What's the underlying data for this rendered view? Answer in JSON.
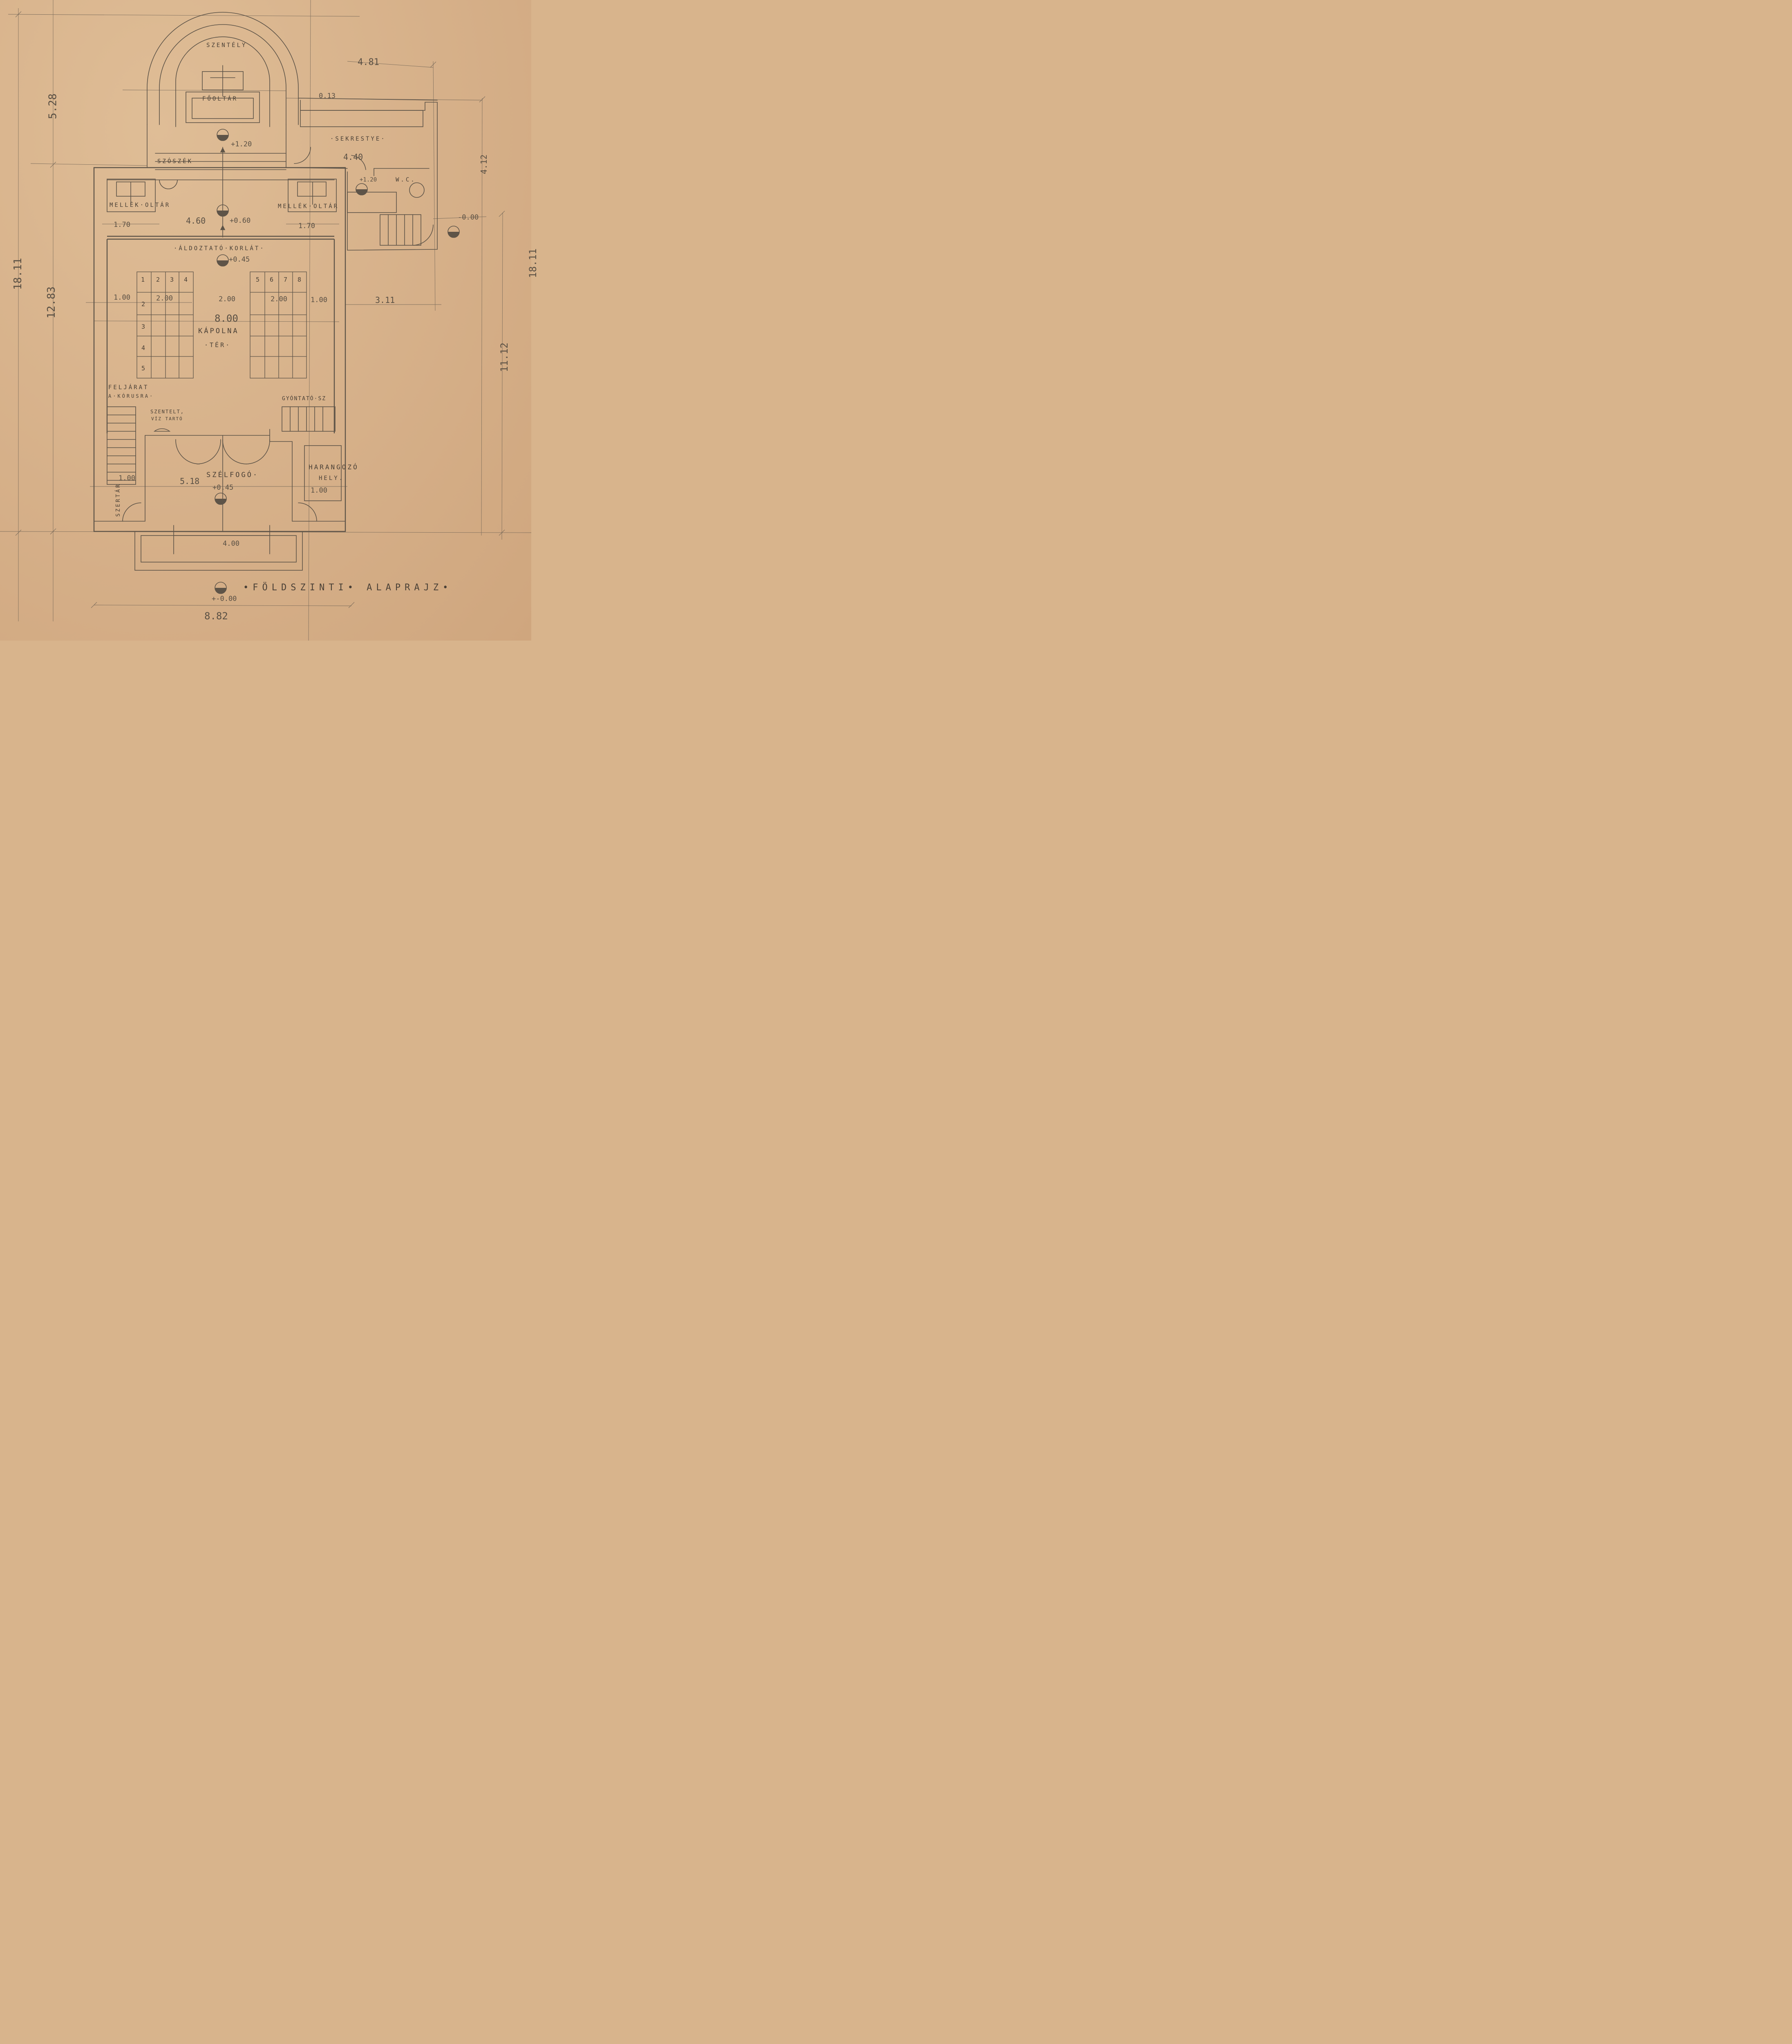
{
  "title": "•FÖLDSZINTI• ALAPRAJZ•",
  "labels": {
    "sanctuary": "SZENTÉLY",
    "main_altar": "FŐOLTÁR",
    "pulpit": "SZÓSZÉK",
    "side_altar_left": "MELLÉK·OLTÁR",
    "side_altar_right": "MELLÉK·OLTÁR",
    "altar_rail": "·ÁLDOZTATÓ·KORLÁT·",
    "sacristy": "·SEKRESTYE·",
    "wc": "W.C.",
    "chapel": "KÁPOLNA",
    "space": "·TÉR·",
    "choir_access_1": "FELJÁRAT",
    "choir_access_2": "A·KÓRUSRA·",
    "holy_water_1": "SZENTELT,",
    "holy_water_2": "VÍZ TARTÓ",
    "confessional": "GYÓNTATÓ·SZ",
    "windbreak": "SZÉLFOGÓ·",
    "bell_ringer_1": "HARANGOZÓ",
    "bell_ringer_2": "HELY.",
    "vestry": "SZERTÁR"
  },
  "dims": {
    "total_height_left": "18.11",
    "nave_height": "12.83",
    "apse_height": "5.28",
    "total_height_right": "18.11",
    "right_wing": "11.12",
    "sacristy_height": "4.12",
    "sacristy_width": "4.81",
    "total_width": "8.82",
    "nave_width": "8.00",
    "chancel_width": "4.60",
    "side_altar_left": "1.70",
    "side_altar_right": "1.70",
    "level_chancel": "+0.60",
    "level_apse": "+1.20",
    "level_altar_rail": "+0.45",
    "aisle_left": "1.00",
    "pew_left": "2.00",
    "center_aisle": "2.00",
    "pew_right": "2.00",
    "aisle_right": "1.00",
    "right_offset": "3.11",
    "sacristy_inner": "4.40",
    "wall_offset": "0.13",
    "vestibule_width": "5.18",
    "level_vestibule": "+0.45",
    "steps_width": "4.00",
    "level_ground": "+-0.00",
    "bell_room": "1.00",
    "vestry_width": "1.00",
    "level_outside": "-0.00",
    "level_sacristy": "+1.20"
  },
  "pews": {
    "left_row": [
      "1",
      "2",
      "3",
      "4"
    ],
    "left_col": [
      "2",
      "3",
      "4",
      "5"
    ],
    "right_row": [
      "5",
      "6",
      "7",
      "8"
    ]
  }
}
